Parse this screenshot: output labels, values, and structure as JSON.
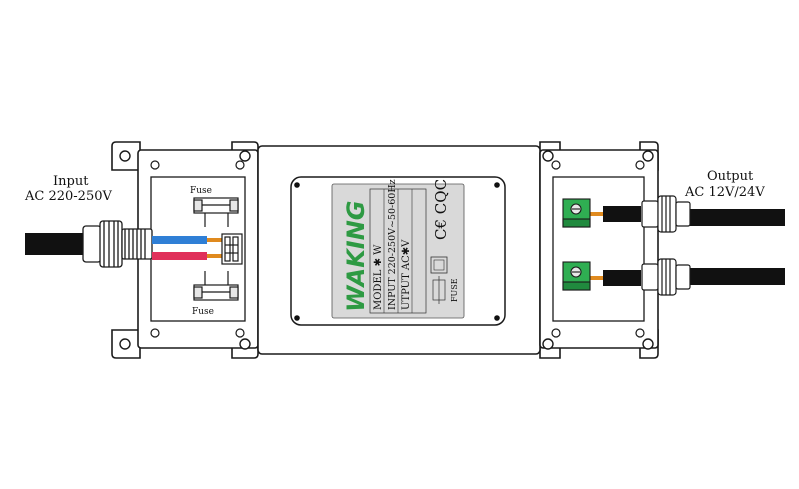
{
  "input": {
    "title": "Input",
    "spec": "AC 220-250V"
  },
  "output": {
    "title": "Output",
    "spec": "AC 12V/24V"
  },
  "fuse_top": "Fuse",
  "fuse_bottom": "Fuse",
  "label_plate": {
    "brand": "WAKING",
    "model_line": "MODEL  ✱ W",
    "input_line": "INPUT   220-250V~50-60Hz",
    "output_line": "UTPUT  AC✱V",
    "fuse_label": "FUSE",
    "marks": "C€ CQC"
  },
  "colors": {
    "outline": "#1a1a1a",
    "box_fill": "#ffffff",
    "plate_fill": "#d9d9d9",
    "brand_green": "#2e9a43",
    "terminal_green": "#2fae52",
    "wire_blue": "#2f7fd6",
    "wire_red": "#e0305a",
    "wire_orange": "#e08a1e",
    "cable": "#111111"
  }
}
